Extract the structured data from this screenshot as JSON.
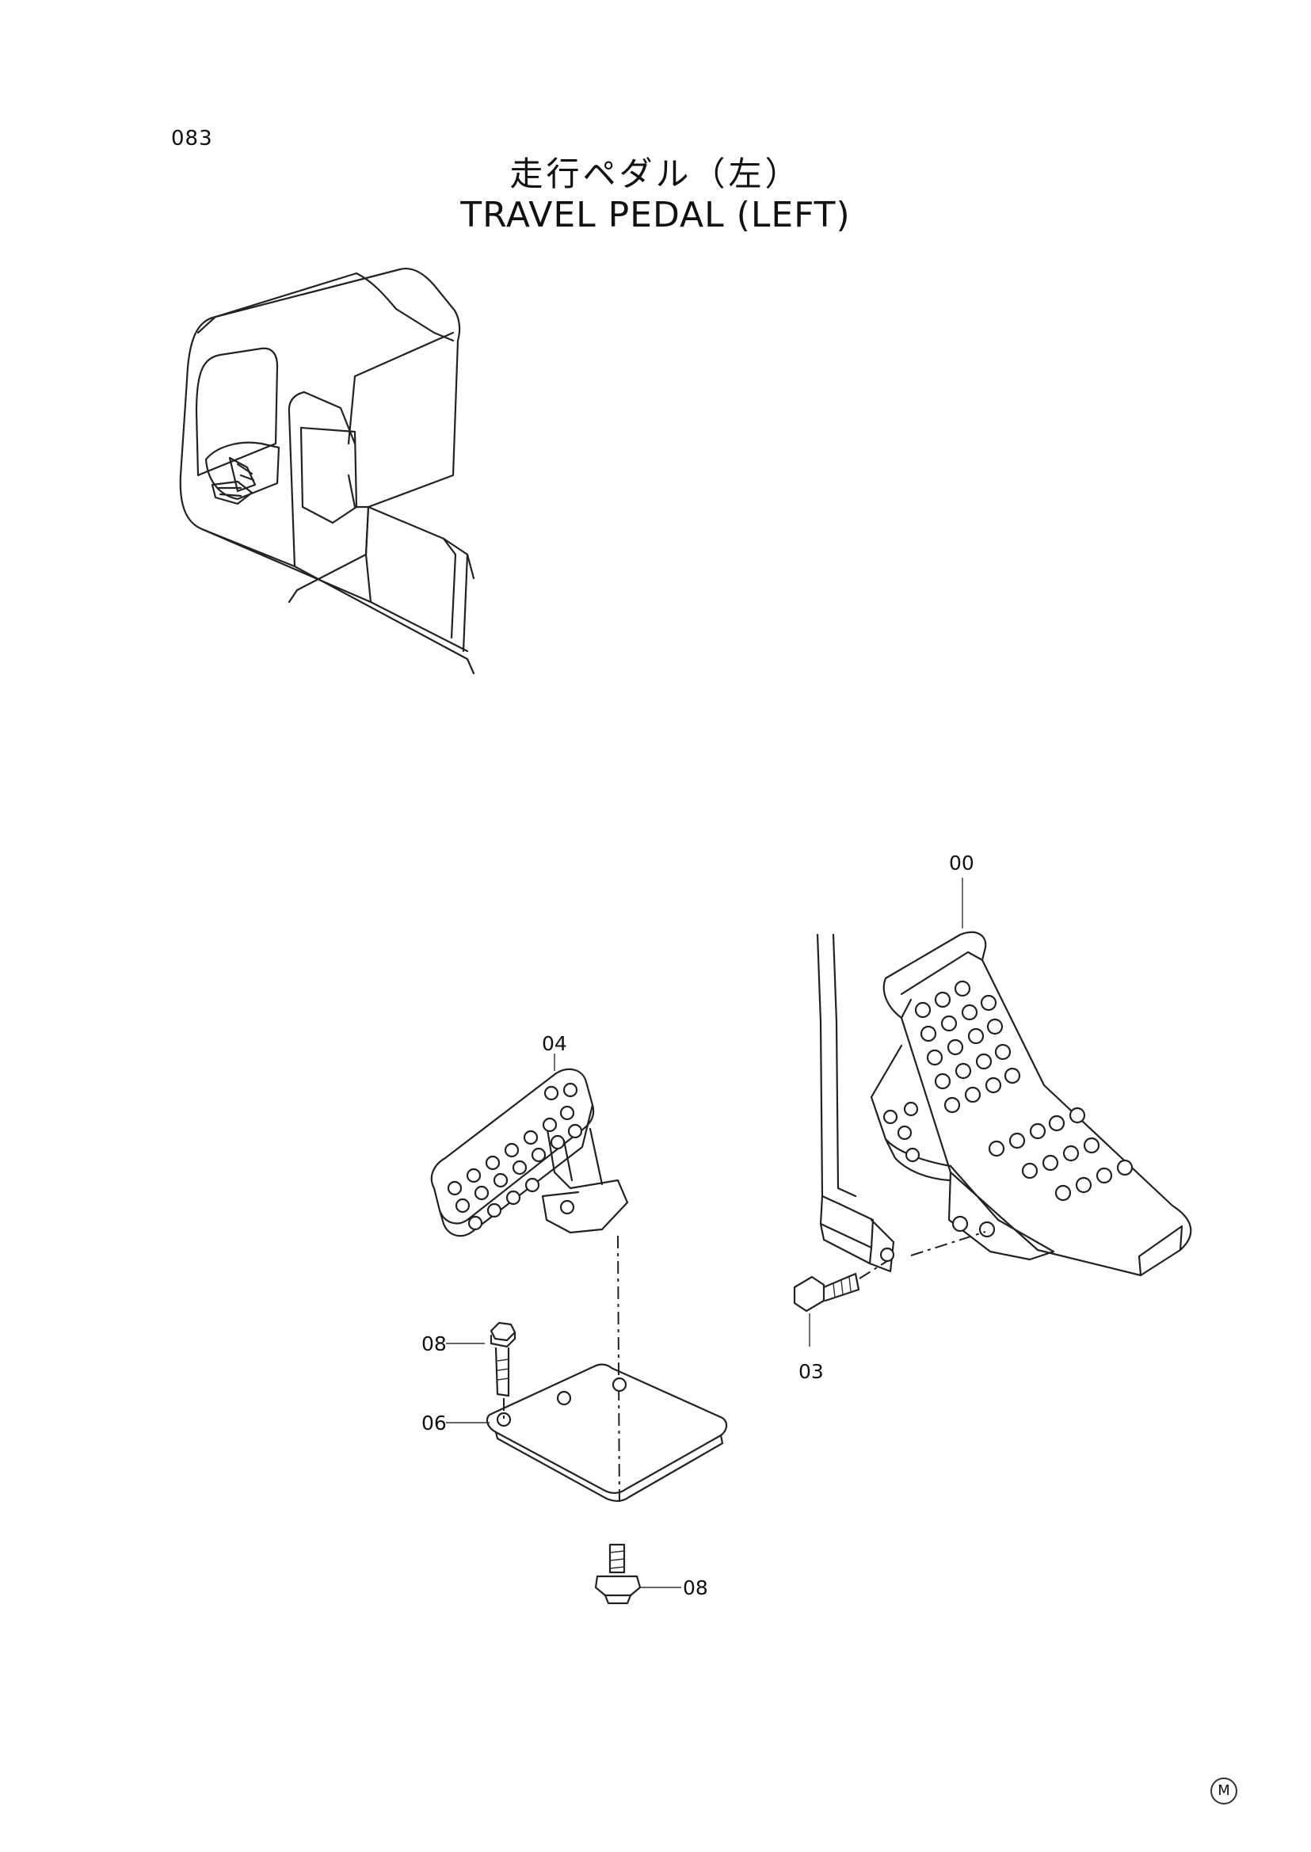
{
  "page": {
    "number": "083",
    "title_ja": "走行ペダル（左）",
    "title_en": "TRAVEL PEDAL (LEFT)",
    "mark": "M"
  },
  "callouts": [
    {
      "id": "00",
      "label": "00"
    },
    {
      "id": "03",
      "label": "03"
    },
    {
      "id": "04",
      "label": "04"
    },
    {
      "id": "06",
      "label": "06"
    },
    {
      "id": "08a",
      "label": "08"
    },
    {
      "id": "08b",
      "label": "08"
    }
  ]
}
